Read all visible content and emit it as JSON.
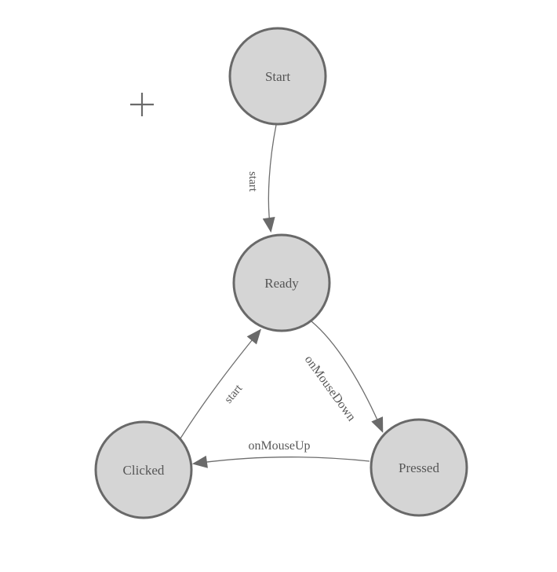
{
  "page": {
    "background_color": "#ffffff"
  },
  "diagram": {
    "type": "state-machine",
    "colors": {
      "node_fill": "#d5d5d5",
      "node_stroke": "#696969",
      "edge_stroke": "#6e6e6e",
      "arrow_fill": "#6a6a6a",
      "label_color": "#595959",
      "crosshair_color": "#6a6a6a"
    },
    "nodes": [
      {
        "id": "start",
        "label": "Start"
      },
      {
        "id": "ready",
        "label": "Ready"
      },
      {
        "id": "clicked",
        "label": "Clicked"
      },
      {
        "id": "pressed",
        "label": "Pressed"
      }
    ],
    "edges": [
      {
        "from": "Start",
        "to": "Ready",
        "label": "start"
      },
      {
        "from": "Clicked",
        "to": "Ready",
        "label": "start"
      },
      {
        "from": "Ready",
        "to": "Pressed",
        "label": "onMouseDown"
      },
      {
        "from": "Pressed",
        "to": "Clicked",
        "label": "onMouseUp"
      }
    ],
    "icons": [
      {
        "name": "plus-crosshair-icon",
        "glyph": "+"
      }
    ]
  }
}
